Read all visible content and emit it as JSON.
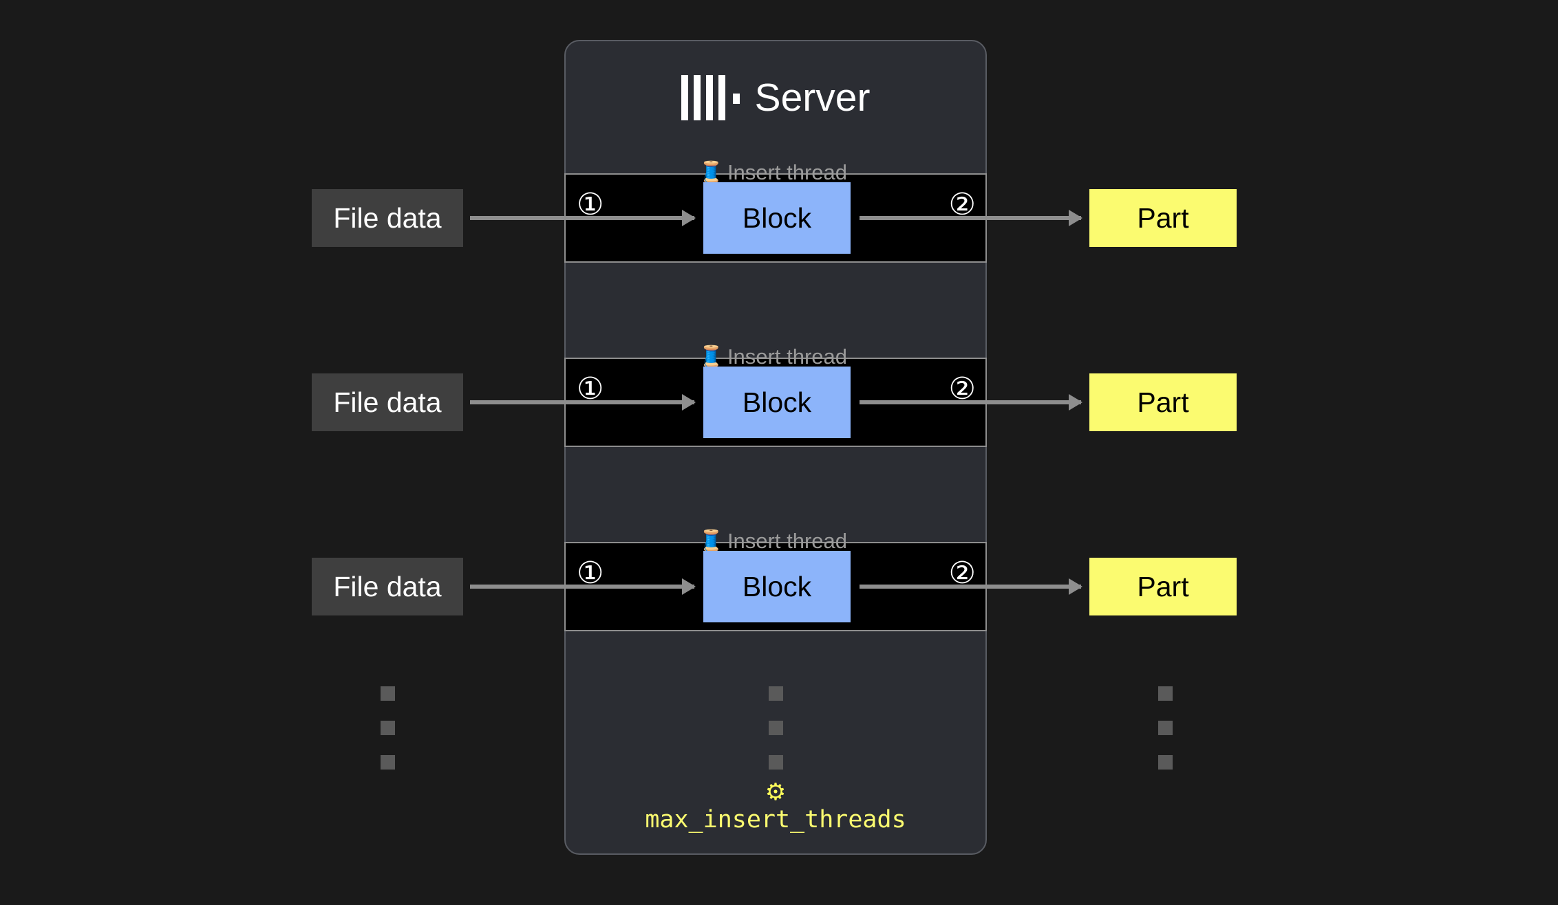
{
  "server": {
    "title": "Server",
    "logo_icon": "clickhouse-logo-icon",
    "logo_bar_count": 4
  },
  "rows": [
    {
      "thread_label": "Insert thread",
      "thread_icon": "thread-spool-icon",
      "step_in": "①",
      "step_out": "②",
      "source": "File data",
      "block": "Block",
      "target": "Part"
    },
    {
      "thread_label": "Insert thread",
      "thread_icon": "thread-spool-icon",
      "step_in": "①",
      "step_out": "②",
      "source": "File data",
      "block": "Block",
      "target": "Part"
    },
    {
      "thread_label": "Insert thread",
      "thread_icon": "thread-spool-icon",
      "step_in": "①",
      "step_out": "②",
      "source": "File data",
      "block": "Block",
      "target": "Part"
    }
  ],
  "ellipsis": {
    "square_count": 3
  },
  "setting": {
    "gear_icon": "⚙",
    "name": "max_insert_threads"
  },
  "colors": {
    "page_background": "#1a1a1a",
    "card_background": "#2b2d33",
    "card_border": "#595c63",
    "thread_row_background": "#000000",
    "thread_row_border": "#8e8e8e",
    "file_data": "#3f3f3f",
    "block": "#8cb4fa",
    "part": "#fbfb70",
    "arrow": "#8e8e8e",
    "thread_label_text": "#9b9b9b",
    "setting_text": "#fbfb70",
    "ellipsis_square": "#5a5a5a"
  }
}
